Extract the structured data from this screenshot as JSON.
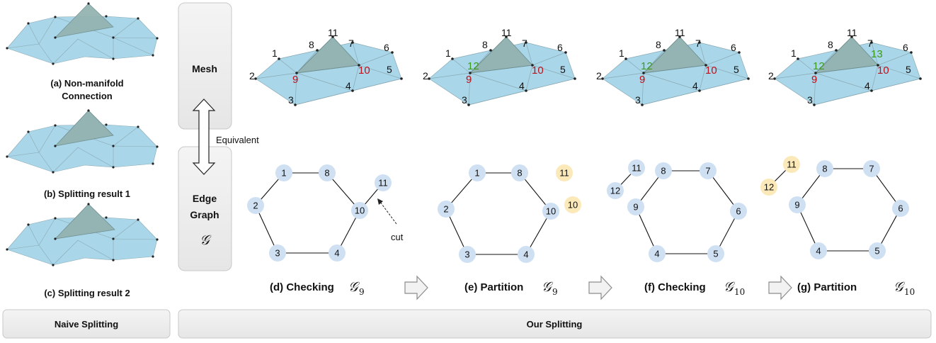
{
  "naive": {
    "captions": [
      "(a) Non-manifold",
      "Connection",
      "(b) Splitting result 1",
      "(c) Splitting result 2"
    ],
    "footer": "Naive Splitting"
  },
  "center": {
    "mesh": "Mesh",
    "equivalent": "Equivalent",
    "edge": "Edge",
    "graph": "Graph",
    "graph_symbol": "𝒢"
  },
  "ours": {
    "footer": "Our Splitting",
    "cut_label": "cut",
    "steps": [
      {
        "label": "(d) Checking",
        "symbol": "𝒢",
        "sub": "9"
      },
      {
        "label": "(e) Partition",
        "symbol": "𝒢",
        "sub": "9"
      },
      {
        "label": "(f) Checking",
        "symbol": "𝒢",
        "sub": "10"
      },
      {
        "label": "(g) Partition",
        "symbol": "𝒢",
        "sub": "10"
      }
    ]
  },
  "mesh_labels": {
    "black": [
      "1",
      "2",
      "3",
      "4",
      "5",
      "6",
      "7",
      "8",
      "11"
    ],
    "red": [
      "9",
      "10"
    ],
    "green": [
      "12",
      "13"
    ]
  },
  "graphs": [
    {
      "nodes": [
        "1",
        "8",
        "2",
        "10",
        "3",
        "4",
        "11"
      ],
      "highlight": []
    },
    {
      "nodes": [
        "1",
        "8",
        "2",
        "10",
        "3",
        "4",
        "11",
        "10"
      ],
      "highlight": [
        "11",
        "10"
      ]
    },
    {
      "nodes": [
        "11",
        "12",
        "8",
        "7",
        "9",
        "6",
        "4",
        "5"
      ],
      "highlight": []
    },
    {
      "nodes": [
        "11",
        "12",
        "8",
        "7",
        "9",
        "6",
        "4",
        "5"
      ],
      "highlight": [
        "11",
        "12"
      ]
    }
  ],
  "colors": {
    "mesh_fill": "#a9d6e8",
    "mesh_dark": "#8fb7bf",
    "triangle": "#93b4b2",
    "node_blue": "#cfe0f3",
    "node_yellow": "#fbe9b9",
    "box_gray": "#eeeeee",
    "box_border": "#bdbdbd"
  }
}
